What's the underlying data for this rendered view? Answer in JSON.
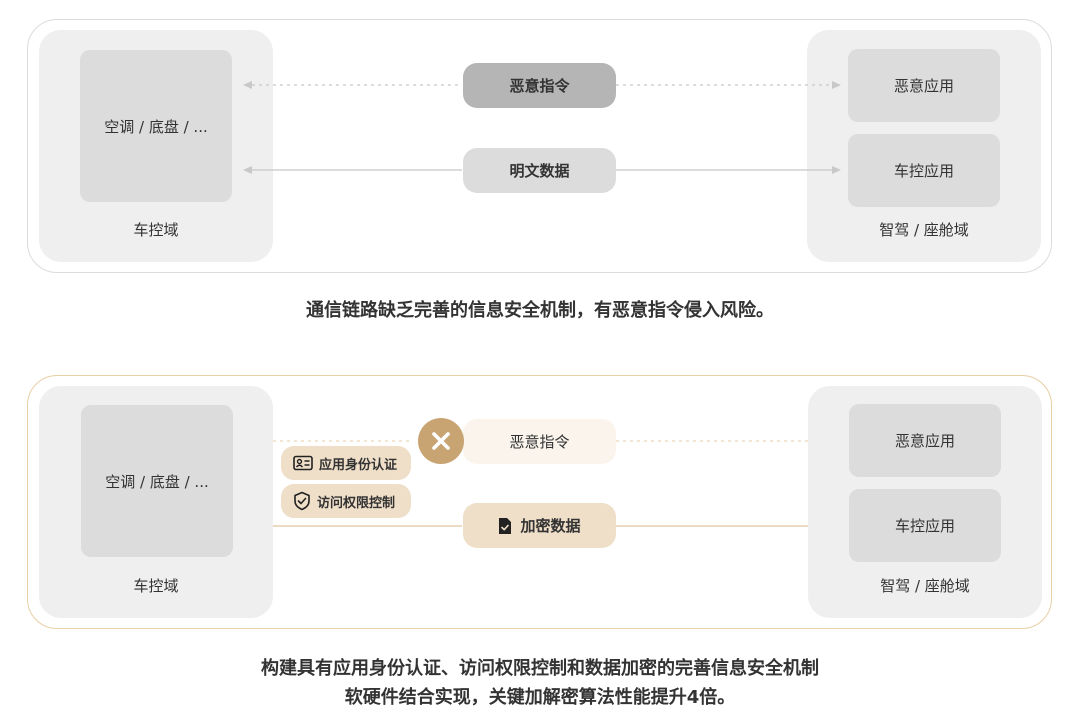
{
  "top": {
    "left_domain": {
      "inner_label": "空调 / 底盘 / ...",
      "label": "车控域"
    },
    "right_domain": {
      "apps": [
        "恶意应用",
        "车控应用"
      ],
      "label": "智驾 / 座舱域"
    },
    "messages": {
      "malicious": "恶意指令",
      "plaintext": "明文数据"
    },
    "caption": "通信链路缺乏完善的信息安全机制，有恶意指令侵入风险。"
  },
  "bottom": {
    "left_domain": {
      "inner_label": "空调 / 底盘 / ...",
      "label": "车控域"
    },
    "right_domain": {
      "apps": [
        "恶意应用",
        "车控应用"
      ],
      "label": "智驾 / 座舱域"
    },
    "messages": {
      "malicious": "恶意指令",
      "encrypted": "加密数据"
    },
    "badges": {
      "identity": "应用身份认证",
      "access": "访问权限控制"
    },
    "caption_line1": "构建具有应用身份认证、访问权限控制和数据加密的完善信息安全机制",
    "caption_line2": "软硬件结合实现，关键加解密算法性能提升4倍。"
  },
  "colors": {
    "gray_box": "#dcdcdc",
    "dark_gray": "#b5b5b5",
    "tan": "#efdfc8",
    "tan_dark": "#c9a473",
    "pale_tan": "#faf4ec",
    "border_tan": "#e8cfa6"
  },
  "icons": [
    "id-card-icon",
    "shield-check-icon",
    "document-check-icon",
    "close-icon"
  ]
}
